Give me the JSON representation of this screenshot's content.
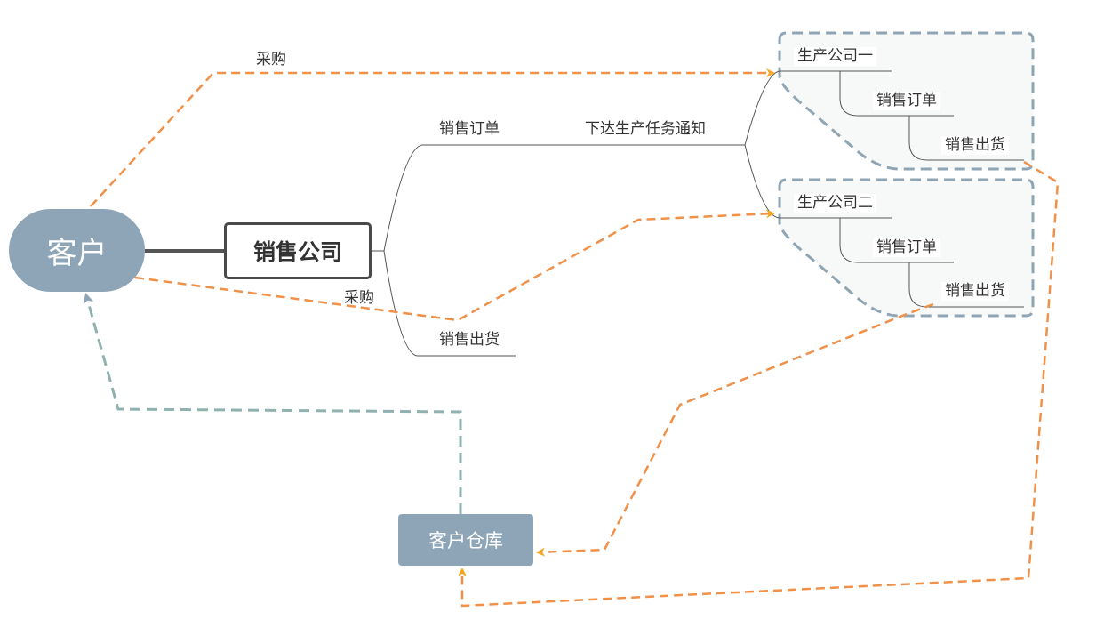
{
  "nodes": {
    "customer": "客户",
    "sales_company": "销售公司",
    "customer_warehouse": "客户仓库"
  },
  "sales_branches": {
    "order": "销售订单",
    "notice": "下达生产任务通知",
    "shipment": "销售出货"
  },
  "production_groups": [
    {
      "name": "生产公司一",
      "order": "销售订单",
      "shipment": "销售出货"
    },
    {
      "name": "生产公司二",
      "order": "销售订单",
      "shipment": "销售出货"
    }
  ],
  "edge_labels": {
    "purchase_top": "采购",
    "purchase_bottom": "采购"
  },
  "colors": {
    "node": "#8ea5b7",
    "orange_flow": "#f0914a",
    "teal_flow": "#8fb1b0",
    "group_border": "#8fa5b3",
    "arrow": "#f5a623"
  }
}
